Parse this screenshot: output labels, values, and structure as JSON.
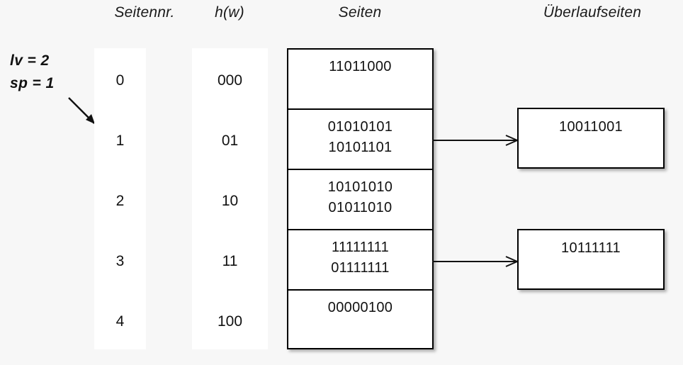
{
  "headers": {
    "seitennr": "Seitennr.",
    "hw": "h(w)",
    "seiten": "Seiten",
    "ueberlaufseiten": "Überlaufseiten"
  },
  "annotations": {
    "lv": "lv = 2",
    "sp": "sp = 1",
    "pointer_icon": "diagonal-arrow-icon"
  },
  "index_column": {
    "label": "Seitennr.",
    "values": [
      "0",
      "1",
      "2",
      "3",
      "4"
    ]
  },
  "hash_column": {
    "label": "h(w)",
    "values": [
      "000",
      "01",
      "10",
      "11",
      "100"
    ]
  },
  "pages": [
    {
      "row": 0,
      "entries": [
        "11011000"
      ]
    },
    {
      "row": 1,
      "entries": [
        "01010101",
        "10101101"
      ]
    },
    {
      "row": 2,
      "entries": [
        "10101010",
        "01011010"
      ]
    },
    {
      "row": 3,
      "entries": [
        "11111111",
        "01111111"
      ]
    },
    {
      "row": 4,
      "entries": [
        "00000100"
      ]
    }
  ],
  "overflow_pages": [
    {
      "from_row": 1,
      "entries": [
        "10011001"
      ]
    },
    {
      "from_row": 3,
      "entries": [
        "10111111"
      ]
    }
  ],
  "connectors": [
    {
      "from_row": 1,
      "icon": "arrow-right-icon"
    },
    {
      "from_row": 3,
      "icon": "arrow-right-icon"
    }
  ],
  "colors": {
    "background": "#f7f7f7",
    "surface": "#ffffff",
    "stroke": "#000000",
    "text": "#111111"
  }
}
